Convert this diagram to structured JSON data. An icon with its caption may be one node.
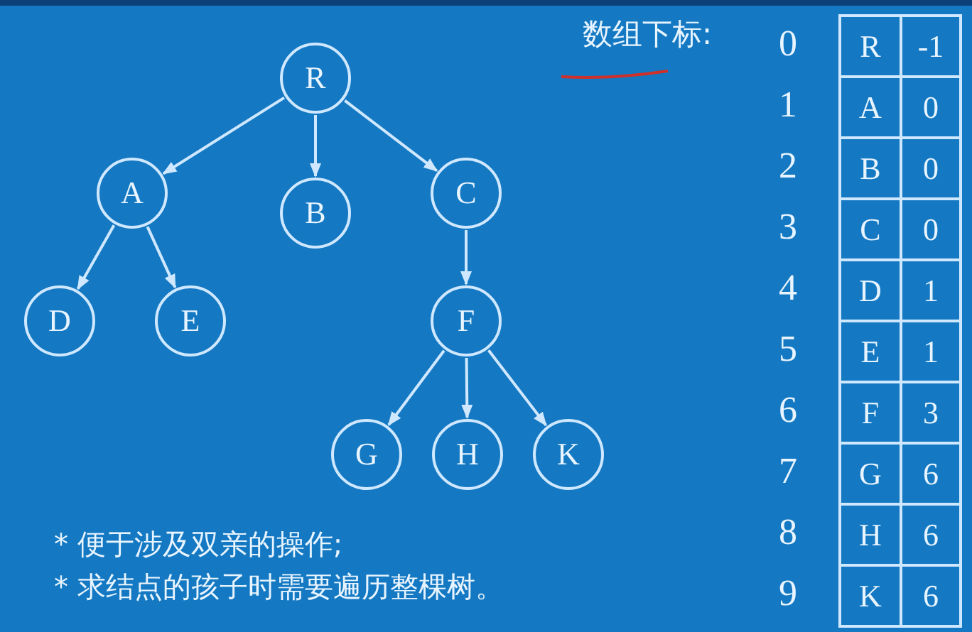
{
  "diagram": {
    "nodes": [
      {
        "text": [
          "R"
        ]
      },
      {
        "text": [
          "A"
        ]
      },
      {
        "text": [
          "B"
        ]
      },
      {
        "text": [
          "C"
        ]
      },
      {
        "text": [
          "D"
        ]
      },
      {
        "text": [
          "E"
        ]
      },
      {
        "text": [
          "F"
        ]
      },
      {
        "text": [
          "G"
        ]
      },
      {
        "text": [
          "H"
        ]
      },
      {
        "text": [
          "K"
        ]
      }
    ],
    "edges": [
      {
        "from": 0,
        "to": 1,
        "arrow": "to"
      },
      {
        "from": 0,
        "to": 2,
        "arrow": "to"
      },
      {
        "from": 0,
        "to": 3,
        "arrow": "to"
      },
      {
        "from": 1,
        "to": 4,
        "arrow": "to"
      },
      {
        "from": 1,
        "to": 5,
        "arrow": "to"
      },
      {
        "from": 3,
        "to": 6,
        "arrow": "to"
      },
      {
        "from": 6,
        "to": 7,
        "arrow": "to"
      },
      {
        "from": 6,
        "to": 8,
        "arrow": "to"
      },
      {
        "from": 6,
        "to": 9,
        "arrow": "to"
      }
    ],
    "labels": [
      "数组下标:",
      "0",
      "R",
      "-1",
      "1",
      "A",
      "0",
      "2",
      "B",
      "0",
      "3",
      "C",
      "0",
      "4",
      "D",
      "1",
      "5",
      "E",
      "1",
      "6",
      "F",
      "3",
      "7",
      "G",
      "6",
      "8",
      "H",
      "6",
      "9",
      "K",
      "6",
      "* 便于涉及双亲的操作;",
      "* 求结点的孩子时需要遍历整棵树。"
    ]
  }
}
